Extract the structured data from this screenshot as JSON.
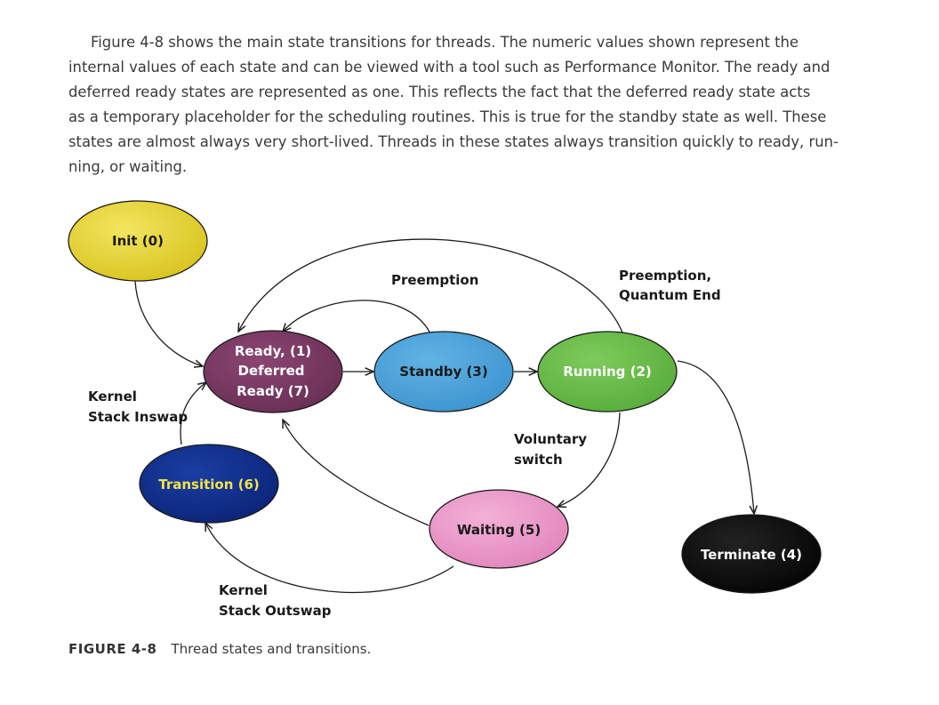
{
  "paragraph": {
    "lines": [
      "Figure 4-8 shows the main state transitions for threads. The numeric values shown represent the",
      "internal values of each state and can be viewed with a tool such as Performance Monitor. The ready and",
      "deferred ready states are represented as one. This reflects the fact that the deferred ready state acts",
      "as a temporary placeholder for the scheduling routines. This is true for the standby state as well. These",
      "states are almost always very short-lived. Threads in these states always transition quickly to ready, run-",
      "ning, or waiting."
    ]
  },
  "diagram": {
    "nodes": {
      "init": {
        "lines": [
          "Init (0)"
        ],
        "fill": "#e8d832",
        "text_color": "#1a1a1a"
      },
      "ready": {
        "lines": [
          "Ready, (1)",
          "Deferred",
          "Ready (7)"
        ],
        "fill": "#7a3a62",
        "text_color": "#ffffff"
      },
      "standby": {
        "lines": [
          "Standby (3)"
        ],
        "fill": "#4fa6dc",
        "text_color": "#1a1a1a"
      },
      "running": {
        "lines": [
          "Running (2)"
        ],
        "fill": "#6cbf4c",
        "text_color": "#ffffff"
      },
      "transition": {
        "lines": [
          "Transition (6)"
        ],
        "fill": "#12308f",
        "text_color": "#f3e24a"
      },
      "waiting": {
        "lines": [
          "Waiting (5)"
        ],
        "fill": "#ec9ccb",
        "text_color": "#1a1a1a"
      },
      "terminate": {
        "lines": [
          "Terminate (4)"
        ],
        "fill": "#0b0b0b",
        "text_color": "#ffffff"
      }
    },
    "edge_labels": {
      "preemption": [
        "Preemption"
      ],
      "preemption_quantum": [
        "Preemption,",
        "Quantum End"
      ],
      "kernel_inswap": [
        "Kernel",
        "Stack Inswap"
      ],
      "voluntary_switch": [
        "Voluntary",
        "switch"
      ],
      "kernel_outswap": [
        "Kernel",
        "Stack Outswap"
      ]
    }
  },
  "caption": {
    "figure_label": "FIGURE 4-8",
    "text": "Thread states and transitions."
  }
}
